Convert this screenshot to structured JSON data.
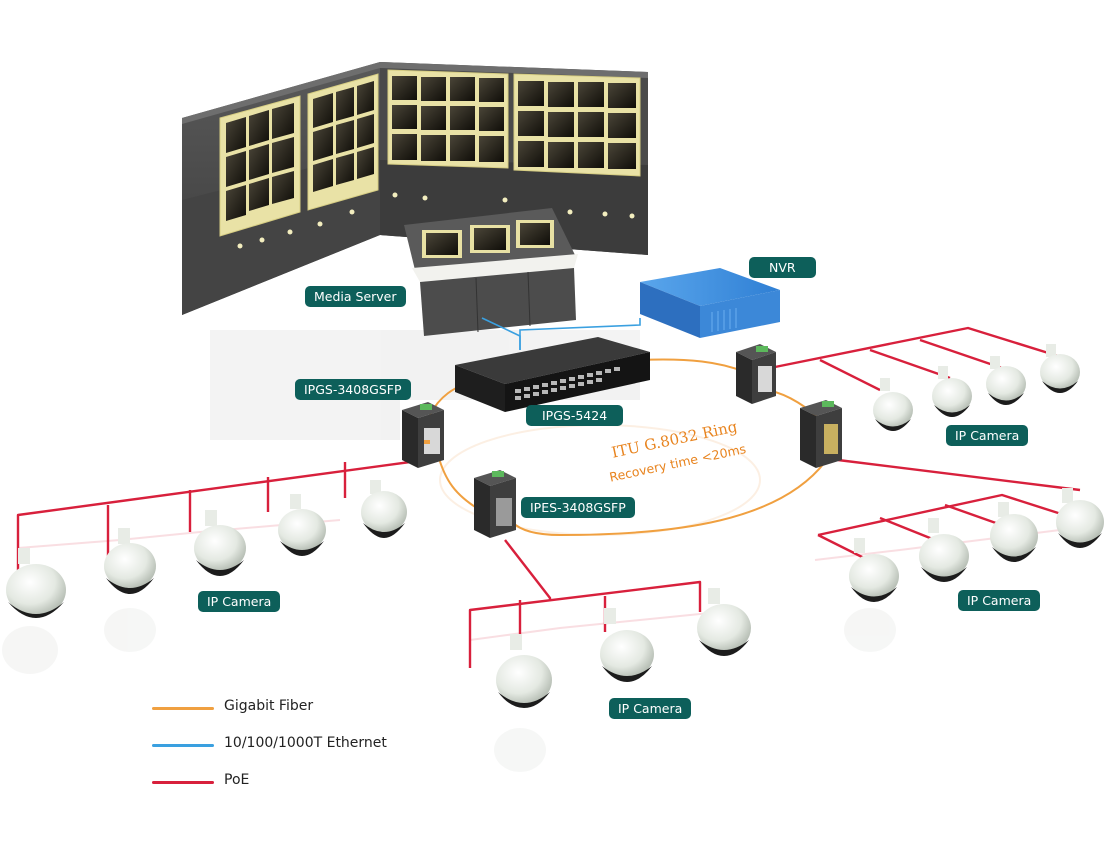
{
  "labels": {
    "media_server": "Media Server",
    "nvr": "NVR",
    "ipgs_3408gsfp": "IPGS-3408GSFP",
    "ipgs_5424": "IPGS-5424",
    "ipes_3408gsfp": "IPES-3408GSFP",
    "ip_camera": "IP Camera"
  },
  "ring": {
    "title": "ITU G.8032 Ring",
    "subtitle": "Recovery time <20ms"
  },
  "legend": [
    {
      "label": "Gigabit Fiber",
      "color": "#f0a040"
    },
    {
      "label": "10/100/1000T Ethernet",
      "color": "#3aa0e0"
    },
    {
      "label": "PoE",
      "color": "#d8203c"
    }
  ],
  "colors": {
    "fiber": "#f0a040",
    "ethernet": "#3aa0e0",
    "poe": "#d8203c",
    "label_bg": "#0d5f5a",
    "ring_text": "#e8841f"
  }
}
